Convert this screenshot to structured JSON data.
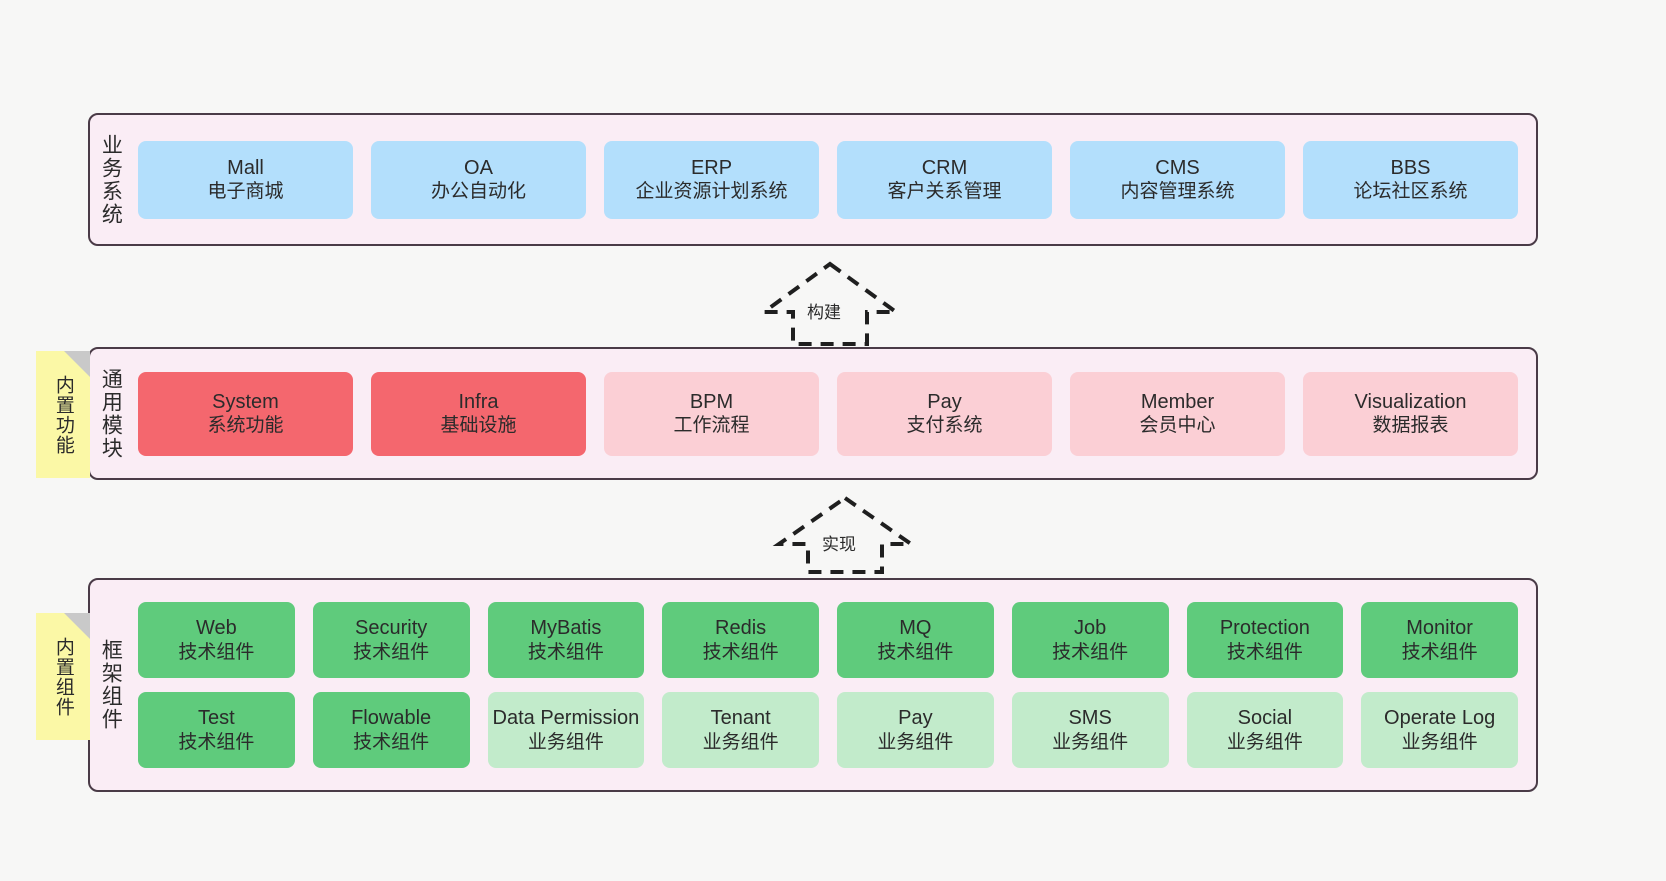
{
  "diagram": {
    "background": "#F7F7F6",
    "layer_fill": "#FAEDF5",
    "layer_border": "#4A3B47",
    "sticky_fill": "#FBF8A6",
    "colors": {
      "blue": "#B3DFFC",
      "red": "#F4676E",
      "pink": "#FBCFD5",
      "green": "#5FCB7C",
      "light_green": "#C2EBCB"
    }
  },
  "layers": [
    {
      "title": "业务系统",
      "rows": [
        [
          {
            "en": "Mall",
            "cn": "电子商城"
          },
          {
            "en": "OA",
            "cn": "办公自动化"
          },
          {
            "en": "ERP",
            "cn": "企业资源计划系统"
          },
          {
            "en": "CRM",
            "cn": "客户关系管理"
          },
          {
            "en": "CMS",
            "cn": "内容管理系统"
          },
          {
            "en": "BBS",
            "cn": "论坛社区系统"
          }
        ]
      ]
    },
    {
      "title": "通用模块",
      "sticky": "内置功能",
      "rows": [
        [
          {
            "en": "System",
            "cn": "系统功能"
          },
          {
            "en": "Infra",
            "cn": "基础设施"
          },
          {
            "en": "BPM",
            "cn": "工作流程"
          },
          {
            "en": "Pay",
            "cn": "支付系统"
          },
          {
            "en": "Member",
            "cn": "会员中心"
          },
          {
            "en": "Visualization",
            "cn": "数据报表"
          }
        ]
      ]
    },
    {
      "title": "框架组件",
      "sticky": "内置组件",
      "rows": [
        [
          {
            "en": "Web",
            "cn": "技术组件"
          },
          {
            "en": "Security",
            "cn": "技术组件"
          },
          {
            "en": "MyBatis",
            "cn": "技术组件"
          },
          {
            "en": "Redis",
            "cn": "技术组件"
          },
          {
            "en": "MQ",
            "cn": "技术组件"
          },
          {
            "en": "Job",
            "cn": "技术组件"
          },
          {
            "en": "Protection",
            "cn": "技术组件"
          },
          {
            "en": "Monitor",
            "cn": "技术组件"
          }
        ],
        [
          {
            "en": "Test",
            "cn": "技术组件"
          },
          {
            "en": "Flowable",
            "cn": "技术组件"
          },
          {
            "en": "Data Permission",
            "cn": "业务组件"
          },
          {
            "en": "Tenant",
            "cn": "业务组件"
          },
          {
            "en": "Pay",
            "cn": "业务组件"
          },
          {
            "en": "SMS",
            "cn": "业务组件"
          },
          {
            "en": "Social",
            "cn": "业务组件"
          },
          {
            "en": "Operate Log",
            "cn": "业务组件"
          }
        ]
      ]
    }
  ],
  "connectors": [
    {
      "label": "构建"
    },
    {
      "label": "实现"
    }
  ]
}
